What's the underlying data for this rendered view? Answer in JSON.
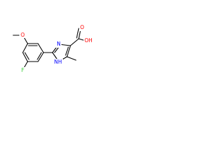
{
  "molecule": {
    "atom_labels": {
      "oh": "OH",
      "o_carbonyl": "O",
      "o_methoxy": "O",
      "nh": "NH",
      "n": "N",
      "f": "F"
    },
    "colors": {
      "bond": "#000000",
      "carbon": "#000000",
      "oxygen": "#ff0000",
      "nitrogen": "#0000ff",
      "fluorine": "#33cc33"
    }
  }
}
